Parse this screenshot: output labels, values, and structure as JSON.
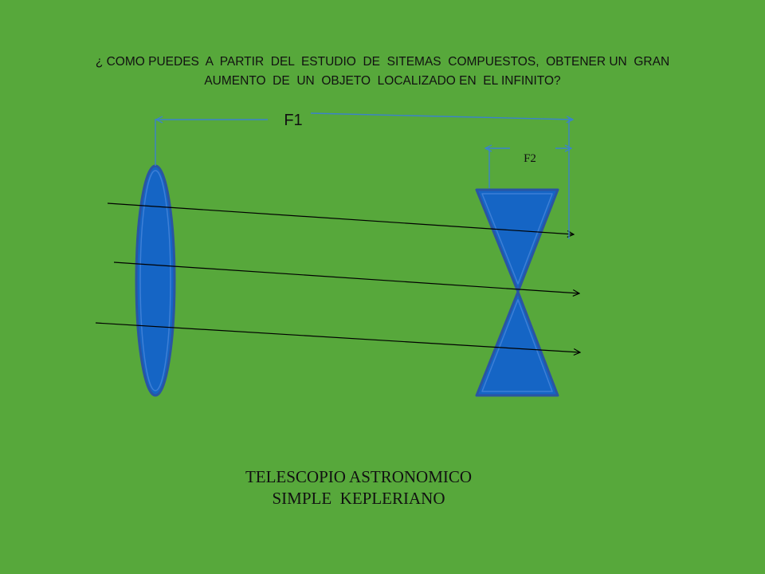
{
  "slide": {
    "background_color": "#57a83b",
    "question": {
      "line1": "¿ COMO PUEDES  A  PARTIR  DEL  ESTUDIO  DE  SITEMAS  COMPUESTOS,  OBTENER UN  GRAN",
      "line2": "AUMENTO  DE  UN  OBJETO  LOCALIZADO EN  EL INFINITO?"
    },
    "caption": {
      "line1": "TELESCOPIO ASTRONOMICO",
      "line2": "SIMPLE  KEPLERIANO"
    }
  },
  "diagram": {
    "focal_label_1": "F1",
    "focal_label_2": "F2",
    "lens_fill_color": "#1565c5",
    "lens_stroke_color": "#2a55a3",
    "dimension_line_color": "#3b82cc",
    "ray_color": "#000000"
  }
}
